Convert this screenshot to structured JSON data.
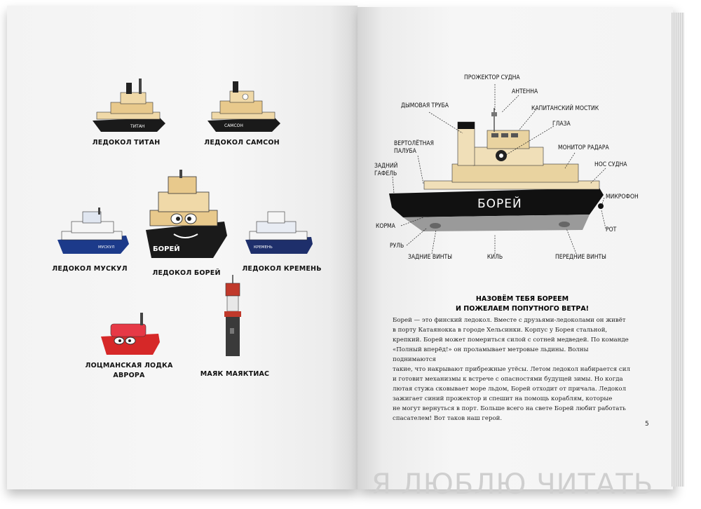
{
  "left_page": {
    "captions": {
      "titan": "ЛЕДОКОЛ ТИТАН",
      "samson": "ЛЕДОКОЛ САМСОН",
      "muskul": "ЛЕДОКОЛ МУСКУЛ",
      "borey": "ЛЕДОКОЛ БОРЕЙ",
      "kremen": "ЛЕДОКОЛ КРЕМЕНЬ",
      "avrora_line1": "ЛОЦМАНСКАЯ ЛОДКА",
      "avrora_line2": "АВРОРА",
      "lighthouse": "МАЯК МАЯКТИАС"
    },
    "hull_names": {
      "titan": "ТИТАН",
      "samson": "САМСОН",
      "muskul": "МУСКУЛ",
      "borey": "БОРЕЙ",
      "kremen": "КРЕМЕНЬ"
    }
  },
  "right_page": {
    "diagram_labels": {
      "searchlight": "ПРОЖЕКТОР СУДНА",
      "antenna": "АНТЕННА",
      "funnel": "ДЫМОВАЯ ТРУБА",
      "bridge": "КАПИТАНСКИЙ МОСТИК",
      "eyes": "ГЛАЗА",
      "helideck_line1": "ВЕРТОЛЁТНАЯ",
      "helideck_line2": "ПАЛУБА",
      "radar": "МОНИТОР РАДАРА",
      "gaff_line1": "ЗАДНИЙ",
      "gaff_line2": "ГАФЕЛЬ",
      "bow": "НОС СУДНА",
      "microphone": "МИКРОФОН",
      "stern": "КОРМА",
      "mouth": "РОТ",
      "rudder": "РУЛЬ",
      "rear_props": "ЗАДНИЕ ВИНТЫ",
      "keel": "КИЛЬ",
      "front_props": "ПЕРЕДНИЕ ВИНТЫ"
    },
    "ship_name": "БОРЕЙ",
    "story_title_line1": "НАЗОВЁМ ТЕБЯ БОРЕЕМ",
    "story_title_line2": "И ПОЖЕЛАЕМ ПОПУТНОГО ВЕТРА!",
    "story_lines": [
      "Борей — это финский ледокол. Вместе с друзьями-ледоколами он живёт",
      "в порту Катаянокка в городе Хельсинки. Корпус у Борея стальной,",
      "крепкий. Борей может помериться силой с сотней медведей. По команде",
      "«Полный вперёд!» он проламывает метровые льдины. Волны поднимаются",
      "такие, что накрывают прибрежные утёсы. Летом ледокол набирается сил",
      "и готовит механизмы к встрече с опасностями будущей зимы. Но когда",
      "лютая стужа сковывает море льдом, Борей отходит от причала. Ледокол",
      "зажигает синий прожектор и спешит на помощь кораблям, которые",
      "не могут вернуться в порт. Больше всего на свете Борей любит работать",
      "спасателем! Вот таков наш герой."
    ],
    "page_number": "5"
  },
  "watermark": "Я  ЛЮБЛЮ ЧИТАТЬ"
}
